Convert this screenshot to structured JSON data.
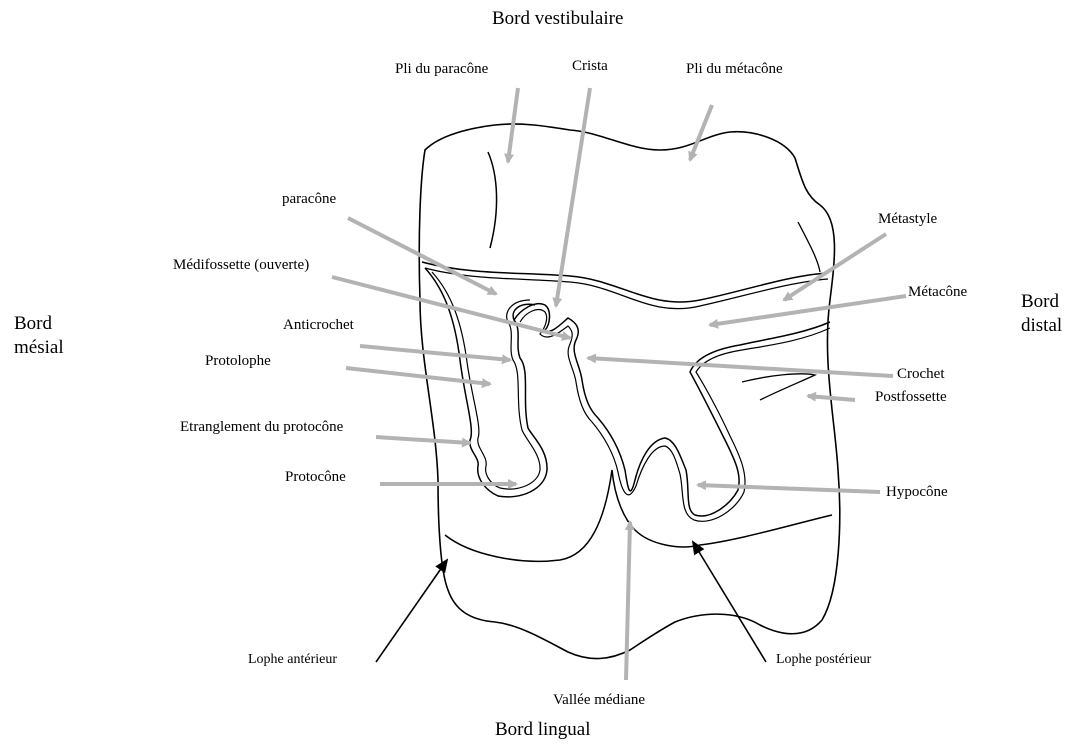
{
  "edges": {
    "top": "Bord vestibulaire",
    "bottom": "Bord lingual",
    "left_line1": "Bord",
    "left_line2": "mésial",
    "right_line1": "Bord",
    "right_line2": "distal"
  },
  "labels": {
    "pli_paracone": "Pli du paracône",
    "crista": "Crista",
    "pli_metacone": "Pli du métacône",
    "paracone": "paracône",
    "medifossette": "Médifossette (ouverte)",
    "anticrochet": "Anticrochet",
    "protolophe": "Protolophe",
    "etranglement": "Etranglement du protocône",
    "protocone": "Protocône",
    "metastyle": "Métastyle",
    "metacone": "Métacône",
    "crochet": "Crochet",
    "postfossette": "Postfossette",
    "hypocone": "Hypocône",
    "lophe_anterieur": "Lophe antérieur",
    "vallee_mediane": "Vallée médiane",
    "lophe_posterieur": "Lophe postérieur"
  },
  "colors": {
    "outline": "#000000",
    "gray_arrow": "#b3b3b3",
    "black_arrow": "#000000"
  }
}
